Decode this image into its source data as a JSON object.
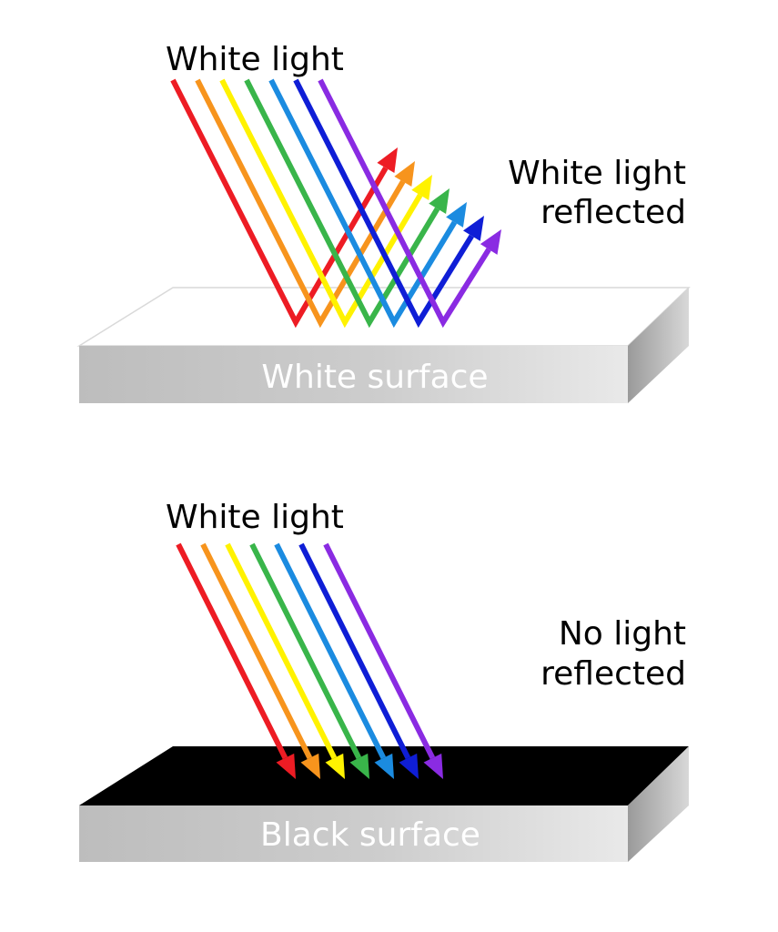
{
  "colors": {
    "spectrum": [
      "#ed1c24",
      "#f7941d",
      "#fff200",
      "#39b54a",
      "#1b8be0",
      "#0f1ed6",
      "#8a2be2"
    ],
    "surface_white": "#ffffff",
    "surface_black": "#000000",
    "surface_side": "#c8c8c8"
  },
  "top_panel": {
    "incoming_label": "White light",
    "outcome_label_line1": "White light",
    "outcome_label_line2": "reflected",
    "surface_label": "White surface"
  },
  "bottom_panel": {
    "incoming_label": "White light",
    "outcome_label_line1": "No light",
    "outcome_label_line2": "reflected",
    "surface_label": "Black surface"
  }
}
